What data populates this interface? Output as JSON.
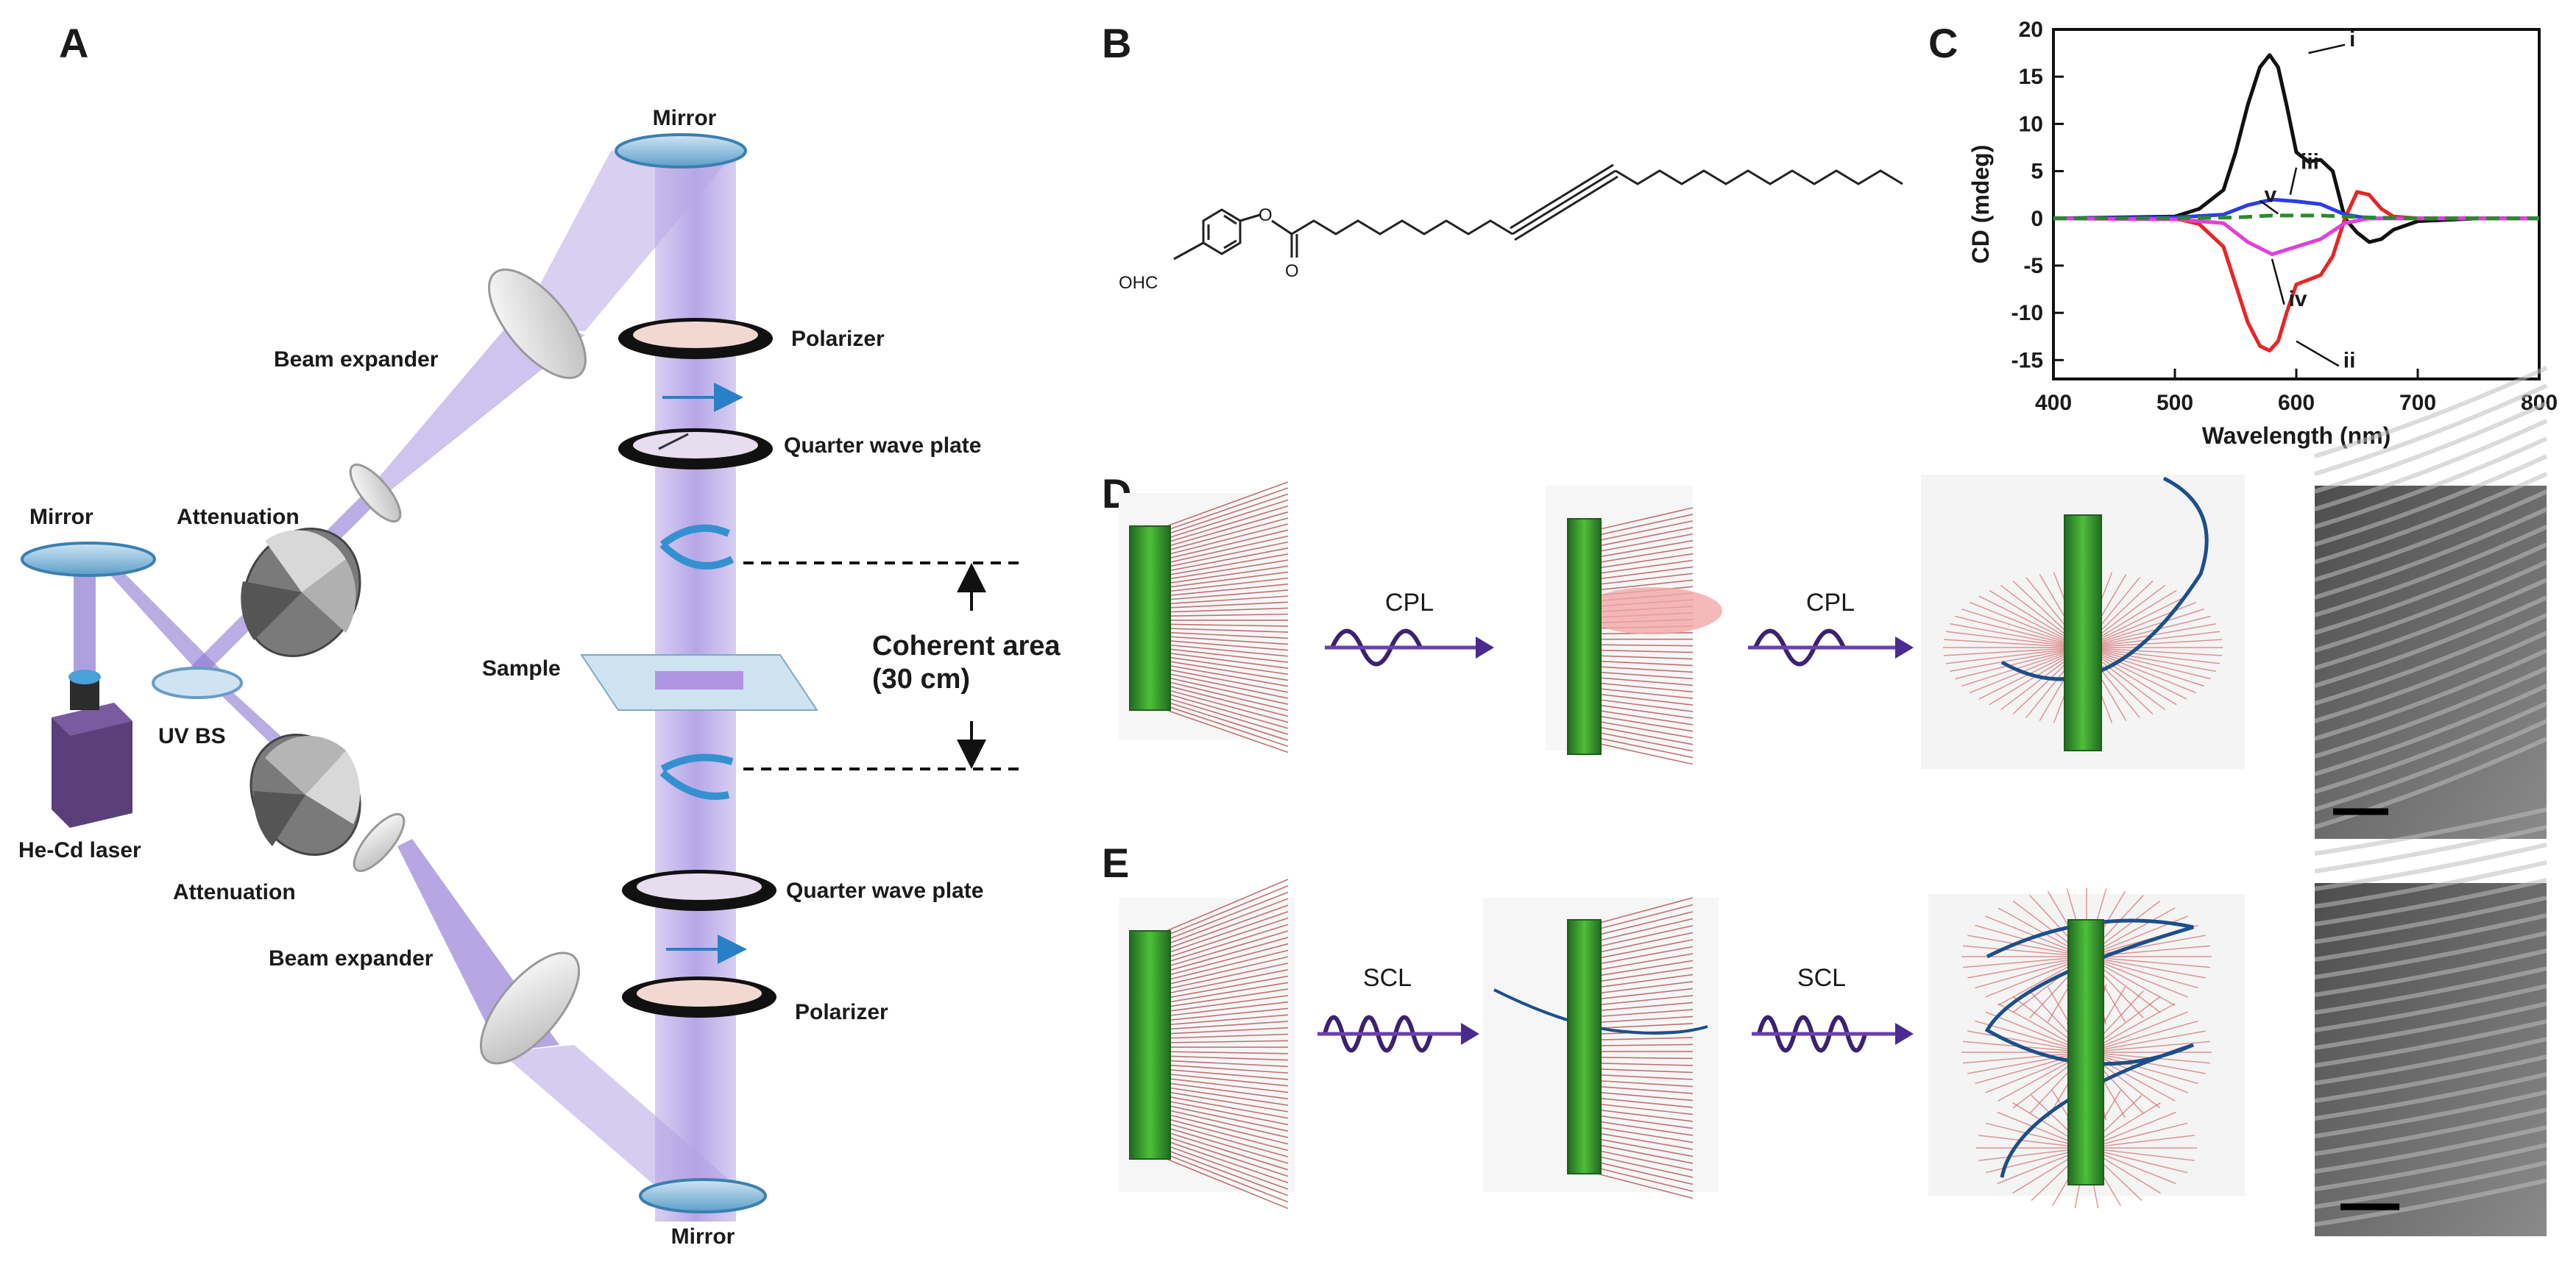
{
  "panels": {
    "a": "A",
    "b": "B",
    "c": "C",
    "d": "D",
    "e": "E"
  },
  "panel_a": {
    "mirror_top": "Mirror",
    "polarizer_top": "Polarizer",
    "beam_expander_top": "Beam expander",
    "quarter_wave_top": "Quarter wave plate",
    "mirror_left": "Mirror",
    "attenuation_top": "Attenuation",
    "coherent_area": "Coherent area",
    "coherent_size": "(30 cm)",
    "sample": "Sample",
    "uv_bs": "UV BS",
    "laser": "He-Cd laser",
    "attenuation_bottom": "Attenuation",
    "beam_expander_bottom": "Beam expander",
    "quarter_wave_bottom": "Quarter wave plate",
    "polarizer_bottom": "Polarizer",
    "mirror_bottom": "Mirror"
  },
  "panel_b": {
    "ohc": "OHC",
    "ester_o": "O",
    "carbonyl_o": "O"
  },
  "panel_d": {
    "arrow1": "CPL",
    "arrow2": "CPL"
  },
  "panel_e": {
    "arrow1": "SCL",
    "arrow2": "SCL"
  },
  "chart_data": {
    "type": "line",
    "xlabel": "Wavelength (nm)",
    "ylabel": "CD (mdeg)",
    "xlim": [
      400,
      800
    ],
    "ylim": [
      -17,
      20
    ],
    "xticks": [
      400,
      500,
      600,
      700,
      800
    ],
    "yticks": [
      20,
      15,
      10,
      5,
      0,
      -5,
      -10,
      -15
    ],
    "grid": false,
    "series": [
      {
        "name": "i",
        "color": "#111111",
        "dash": false,
        "x": [
          400,
          450,
          500,
          520,
          540,
          550,
          560,
          570,
          578,
          585,
          592,
          600,
          610,
          620,
          630,
          640,
          650,
          660,
          670,
          680,
          700,
          750,
          800
        ],
        "y": [
          0,
          0.1,
          0.2,
          1.0,
          3,
          7,
          12,
          16,
          17.3,
          16,
          12,
          7,
          6,
          6.2,
          5,
          0,
          -1.5,
          -2.5,
          -2.2,
          -1.2,
          -0.3,
          0,
          0
        ]
      },
      {
        "name": "ii",
        "color": "#e82525",
        "dash": false,
        "x": [
          400,
          450,
          500,
          520,
          540,
          550,
          560,
          570,
          578,
          585,
          592,
          600,
          610,
          620,
          630,
          640,
          650,
          660,
          670,
          680,
          700,
          750,
          800
        ],
        "y": [
          0,
          0,
          0,
          -0.6,
          -3,
          -7,
          -11,
          -13.5,
          -14,
          -13,
          -10,
          -7,
          -6.5,
          -6,
          -4,
          0,
          2.8,
          2.5,
          1.0,
          0.2,
          0,
          0,
          0
        ]
      },
      {
        "name": "iii",
        "color": "#2b3ee8",
        "dash": false,
        "x": [
          400,
          500,
          540,
          560,
          580,
          600,
          620,
          640,
          660,
          700,
          800
        ],
        "y": [
          0,
          0.1,
          0.4,
          1.4,
          2,
          1.8,
          1.5,
          0.4,
          0,
          0,
          0
        ]
      },
      {
        "name": "iv",
        "color": "#e040d8",
        "dash": false,
        "x": [
          400,
          500,
          540,
          560,
          580,
          600,
          620,
          640,
          660,
          700,
          800
        ],
        "y": [
          0,
          -0.1,
          -0.5,
          -2.5,
          -3.8,
          -3,
          -2.2,
          -0.5,
          0,
          0,
          0
        ]
      },
      {
        "name": "v",
        "color": "#2a8a2a",
        "dash": true,
        "x": [
          400,
          500,
          550,
          580,
          620,
          660,
          700,
          800
        ],
        "y": [
          0,
          0,
          0.1,
          0.3,
          0.3,
          0.1,
          0,
          0
        ]
      }
    ]
  }
}
